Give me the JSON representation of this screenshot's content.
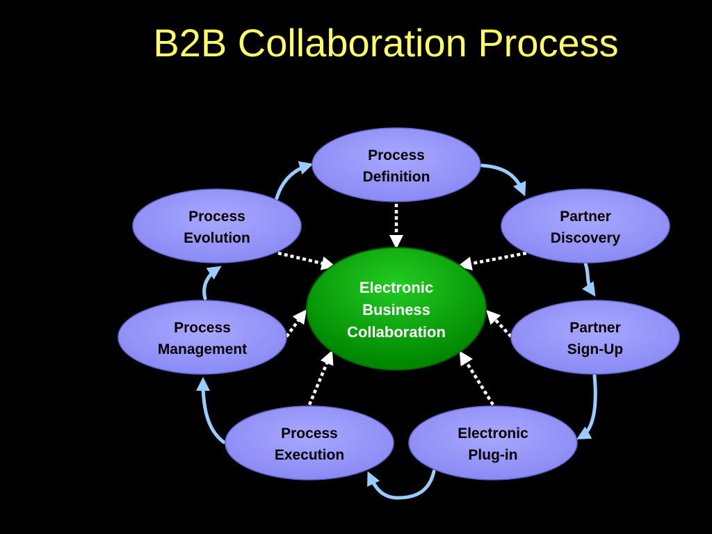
{
  "slide": {
    "title": "B2B Collaboration Process"
  },
  "center": {
    "line1": "Electronic",
    "line2": "Business",
    "line3": "Collaboration"
  },
  "nodes": {
    "process_definition": {
      "line1": "Process",
      "line2": "Definition"
    },
    "partner_discovery": {
      "line1": "Partner",
      "line2": "Discovery"
    },
    "partner_signup": {
      "line1": "Partner",
      "line2": "Sign-Up"
    },
    "electronic_plugin": {
      "line1": "Electronic",
      "line2": "Plug-in"
    },
    "process_execution": {
      "line1": "Process",
      "line2": "Execution"
    },
    "process_management": {
      "line1": "Process",
      "line2": "Management"
    },
    "process_evolution": {
      "line1": "Process",
      "line2": "Evolution"
    }
  },
  "colors": {
    "background": "#000000",
    "title": "#ffff66",
    "node_fill": "#9999ff",
    "node_stroke": "#6666cc",
    "center_fill": "#00aa00",
    "cycle_arrow": "#99ccff",
    "dotted_arrow": "#ffffff"
  }
}
